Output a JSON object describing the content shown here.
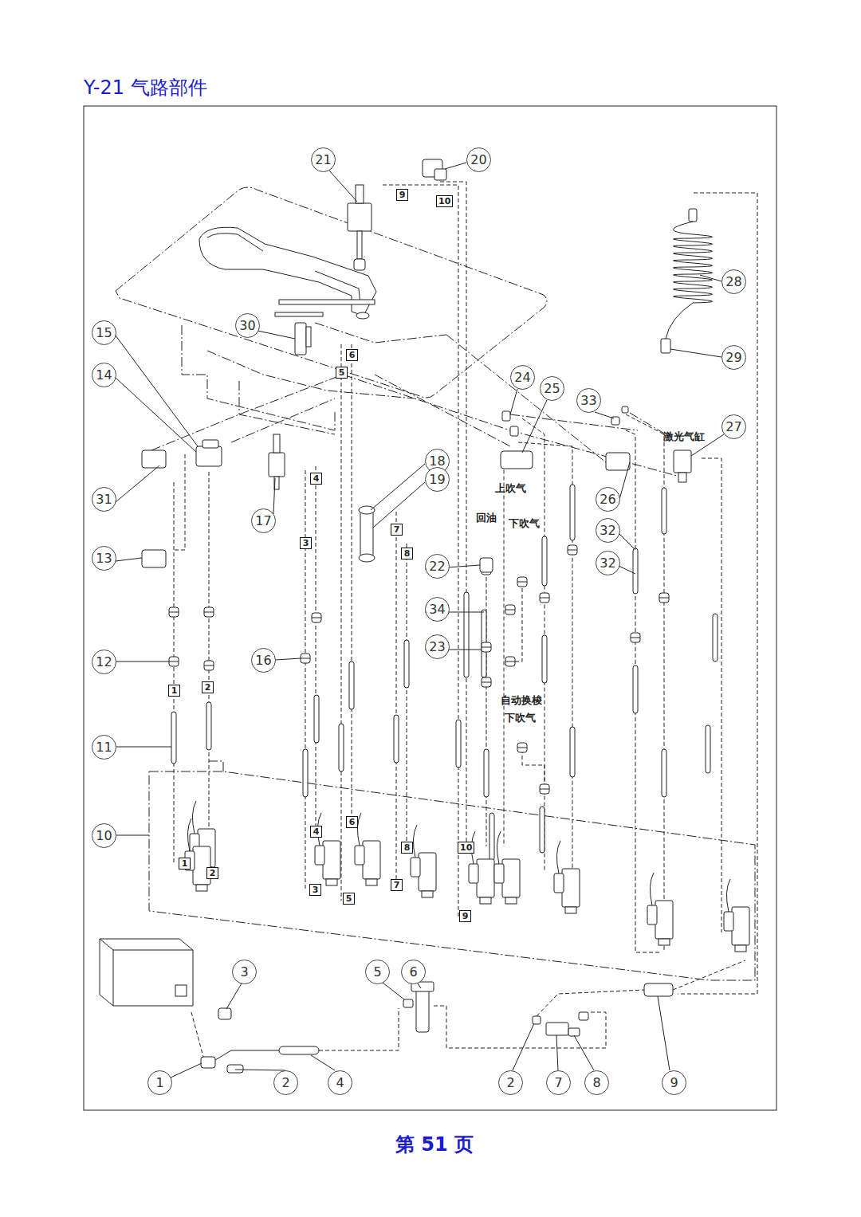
{
  "diagram": {
    "title": "Y-21 气路部件",
    "caption": "第 51 页",
    "labels": [
      "21",
      "20",
      "9",
      "10",
      "28",
      "30",
      "15",
      "6",
      "29",
      "5",
      "14",
      "24",
      "25",
      "33",
      "27",
      "激光气缸",
      "18",
      "4",
      "19",
      "上吹气",
      "31",
      "26",
      "回油",
      "17",
      "下吹气",
      "7",
      "32",
      "3",
      "8",
      "13",
      "32",
      "22",
      "34",
      "23",
      "16",
      "12",
      "2",
      "1",
      "自动换梭",
      "下吹气",
      "11",
      "6",
      "4",
      "10",
      "8",
      "10",
      "1",
      "2",
      "7",
      "3",
      "5",
      "9",
      "3",
      "5",
      "6",
      "1",
      "2",
      "4",
      "2",
      "7",
      "8",
      "9"
    ]
  }
}
